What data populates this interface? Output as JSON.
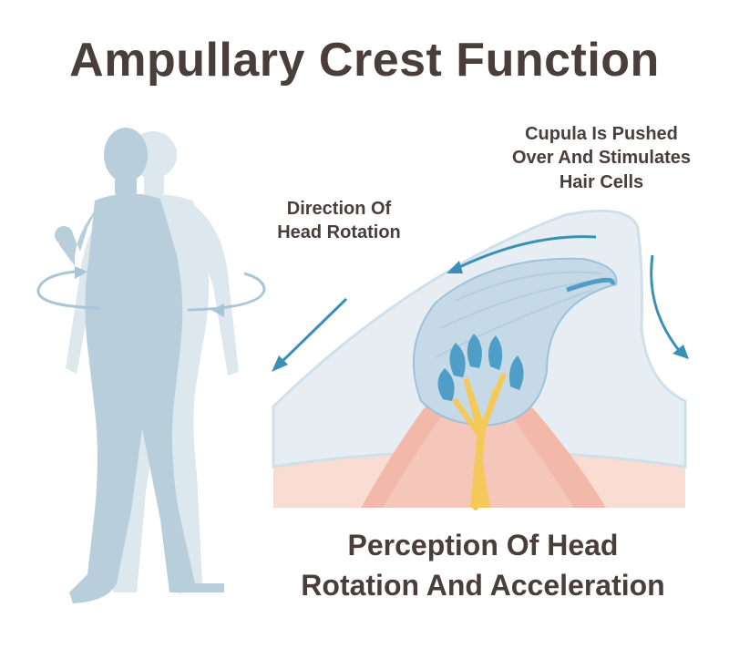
{
  "title": "Ampullary Crest Function",
  "labels": {
    "direction_line1": "Direction Of",
    "direction_line2": "Head Rotation",
    "cupula_line1": "Cupula Is Pushed",
    "cupula_line2": "Over And Stimulates",
    "cupula_line3": "Hair Cells"
  },
  "caption": {
    "line1": "Perception Of Head",
    "line2": "Rotation And Acceleration"
  },
  "colors": {
    "text": "#4a3e3a",
    "body_front": "#b9cedb",
    "body_back": "#dce7ee",
    "endolymph": "#e6eef3",
    "cupula": "#c6d9e6",
    "arrow": "#3a8fb7",
    "tissue": "#f5cdc0",
    "crest": "#f2b9ab",
    "nerve": "#f5c85a",
    "hair_cell": "#4e9ec7"
  }
}
